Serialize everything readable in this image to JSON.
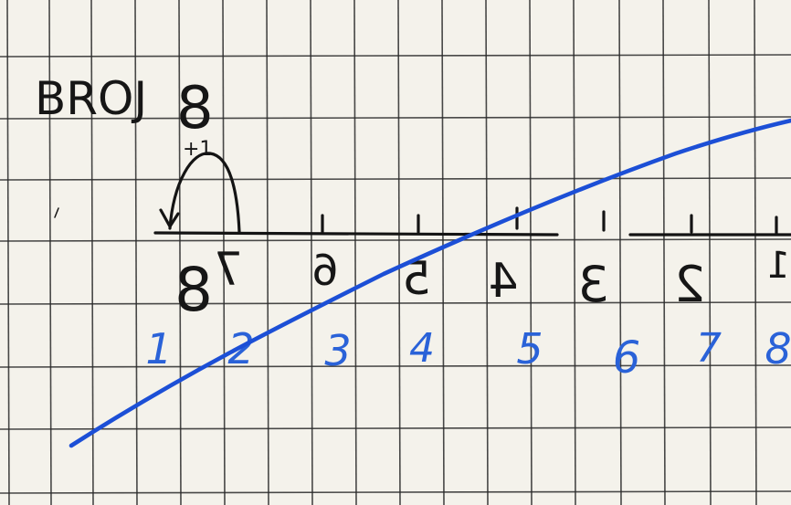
{
  "note": {
    "title_word": "BROJ",
    "title_number": "8",
    "plus_one": "+1",
    "mirrored_digits": [
      "8",
      "7",
      "6",
      "5",
      "4",
      "3",
      "2",
      "1"
    ],
    "blue_digits": [
      "1",
      "2",
      "3",
      "4",
      "5",
      "6",
      "7",
      "8"
    ]
  },
  "colors": {
    "paper": "#f4f2eb",
    "grid": "#2a2a2a",
    "black_ink": "#141414",
    "blue_ink": "#1c4fd6"
  }
}
